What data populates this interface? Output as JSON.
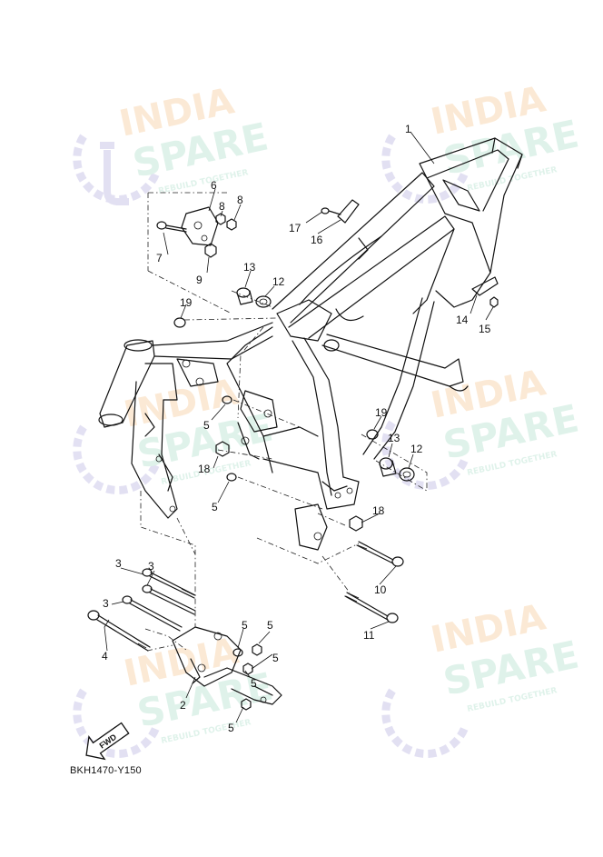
{
  "watermark": {
    "line1": "INDIA",
    "line2": "SPARE",
    "tagline": "REBUILD TOGETHER"
  },
  "diagram_code": "BKH1470-Y150",
  "fwd_label": "FWD",
  "callouts": {
    "c1": "1",
    "c2": "2",
    "c3a": "3",
    "c3b": "3",
    "c3c": "3",
    "c4": "4",
    "c5a": "5",
    "c5b": "5",
    "c5c": "5",
    "c5d": "5",
    "c5e": "5",
    "c5f": "5",
    "c5g": "5",
    "c6": "6",
    "c7": "7",
    "c8a": "8",
    "c8b": "8",
    "c9": "9",
    "c10": "10",
    "c11": "11",
    "c12a": "12",
    "c12b": "12",
    "c13a": "13",
    "c13b": "13",
    "c14": "14",
    "c15": "15",
    "c16": "16",
    "c17": "17",
    "c18a": "18",
    "c18b": "18",
    "c19a": "19",
    "c19b": "19"
  }
}
